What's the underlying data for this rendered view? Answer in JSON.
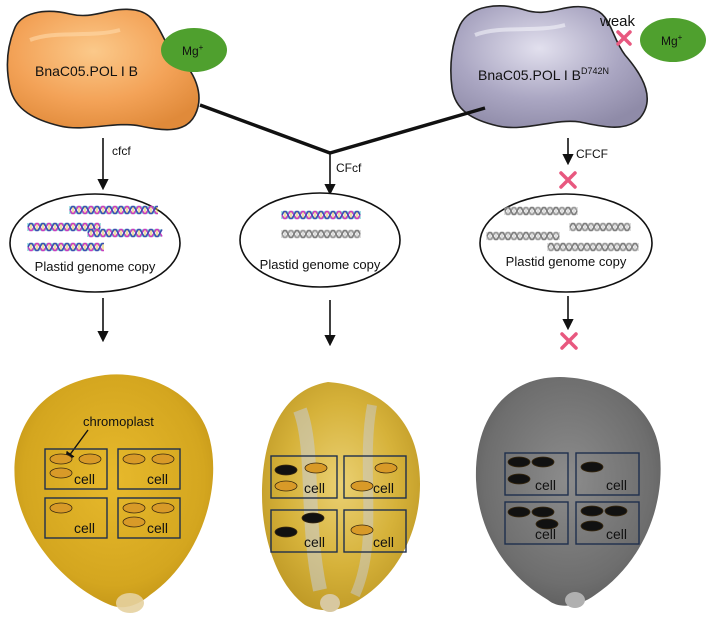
{
  "proteins": {
    "left": {
      "name": "BnaC05.POL I B",
      "ion": "Mg",
      "ion_sup": "+"
    },
    "right": {
      "name": "BnaC05.POL I B",
      "name_sup": "D742N",
      "ion": "Mg",
      "ion_sup": "+",
      "binding_note": "weak"
    }
  },
  "arrow_labels": {
    "left": "cfcf",
    "middle": "CFcf",
    "right": "CFCF"
  },
  "genome_label": "Plastid genome copy",
  "petal_labels": {
    "chromoplast": "chromoplast",
    "cell": "cell"
  },
  "colors": {
    "left_protein": "#f3a257",
    "right_protein": "#aaa6c2",
    "mg_ion": "#4fa02e",
    "block_mark": "#e8587f",
    "petal_yellow": "#d4a61f",
    "petal_variegated": "#d6b23a",
    "petal_grey": "#6e6e6e",
    "chromoplast_fill": "#d89a28",
    "inactive_plastid": "#111111"
  },
  "icons": [
    "block-cross-icon",
    "dna-helix-icon",
    "arrow-down-icon"
  ]
}
